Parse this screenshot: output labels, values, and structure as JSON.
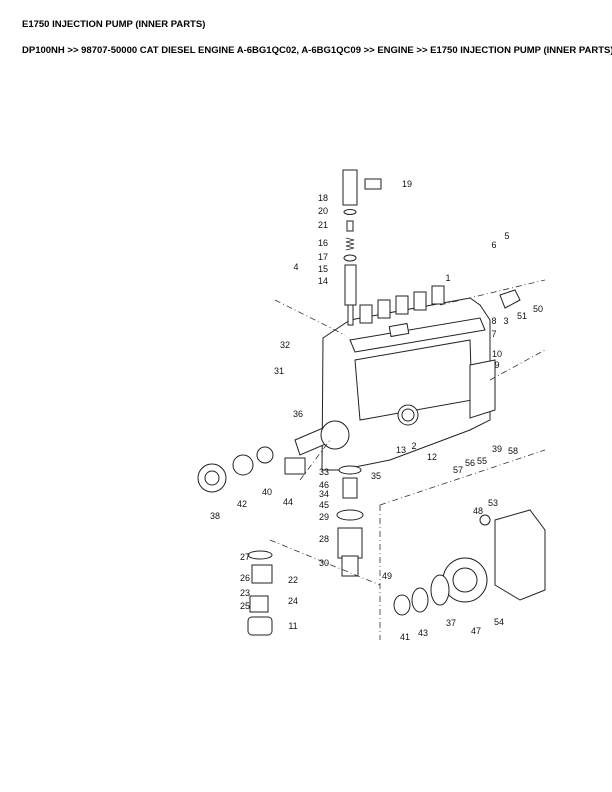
{
  "page": {
    "title": "E1750 INJECTION PUMP (INNER PARTS)",
    "breadcrumb": "DP100NH >> 98707-50000 CAT DIESEL ENGINE A-6BG1QC02, A-6BG1QC09 >> ENGINE >> E1750 INJECTION PUMP (INNER PARTS)"
  },
  "diagram": {
    "callouts": [
      "19",
      "18",
      "20",
      "21",
      "16",
      "17",
      "15",
      "14",
      "4",
      "6",
      "5",
      "1",
      "3",
      "51",
      "50",
      "8",
      "7",
      "32",
      "10",
      "9",
      "31",
      "36",
      "13",
      "2",
      "12",
      "39",
      "58",
      "57",
      "56",
      "55",
      "33",
      "35",
      "46",
      "34",
      "45",
      "44",
      "40",
      "42",
      "38",
      "29",
      "28",
      "30",
      "27",
      "26",
      "22",
      "23",
      "24",
      "25",
      "11",
      "48",
      "53",
      "49",
      "41",
      "43",
      "37",
      "47",
      "54"
    ]
  }
}
